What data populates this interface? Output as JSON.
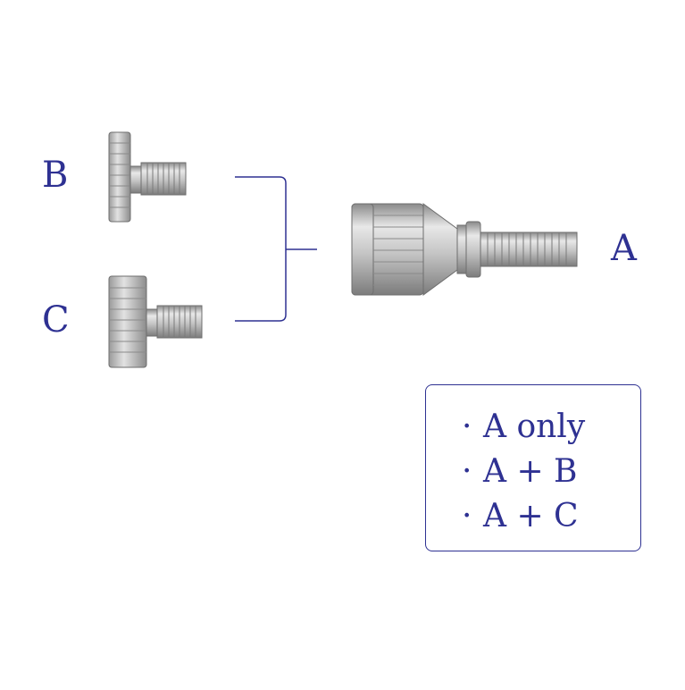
{
  "labels": {
    "b": "B",
    "c": "C",
    "a": "A"
  },
  "options": [
    {
      "bullet": "·",
      "text": "A only"
    },
    {
      "bullet": "·",
      "text": "A + B"
    },
    {
      "bullet": "·",
      "text": "A + C"
    }
  ],
  "colors": {
    "accent": "#2e3192",
    "metal_dark": "#7a7a7a",
    "metal_mid": "#bdbdbd",
    "metal_light": "#e6e6e6"
  },
  "parts": {
    "a": "connector-body-icon",
    "b": "thin-thumbscrew-icon",
    "c": "thick-thumbscrew-icon"
  }
}
